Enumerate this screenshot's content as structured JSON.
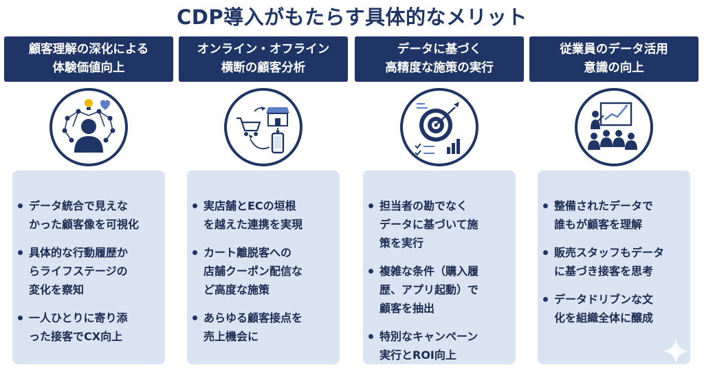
{
  "title": "CDP導入がもたらす具体的なメリット",
  "columns": [
    {
      "header": [
        "顧客理解の深化による",
        "体験価値向上"
      ],
      "icon": "person-network-icon",
      "items": [
        [
          "データ統合で見えな",
          "かった顧客像を可視化"
        ],
        [
          "具体的な行動履歴か",
          "らライフステージの",
          "変化を察知"
        ],
        [
          "一人ひとりに寄り添",
          "った接客でCX向上"
        ]
      ]
    },
    {
      "header": [
        "オンライン・オフライン",
        "横断の顧客分析"
      ],
      "icon": "omnichannel-cycle-icon",
      "items": [
        [
          "実店舗とECの垣根",
          "を越えた連携を実現"
        ],
        [
          "カート離脱客への",
          "店舗クーポン配信な",
          "ど高度な施策"
        ],
        [
          "あらゆる顧客接点を",
          "売上機会に"
        ]
      ]
    },
    {
      "header": [
        "データに基づく",
        "高精度な施策の実行"
      ],
      "icon": "target-chart-icon",
      "items": [
        [
          "担当者の勘でなく",
          "データに基づいて施",
          "策を実行"
        ],
        [
          "複雑な条件（購入履",
          "歴、アプリ起動）で",
          "顧客を抽出"
        ],
        [
          "特別なキャンペーン",
          "実行とROI向上"
        ]
      ]
    },
    {
      "header": [
        "従業員のデータ活用",
        "意識の向上"
      ],
      "icon": "team-presentation-icon",
      "items": [
        [
          "整備されたデータで",
          "誰もが顧客を理解"
        ],
        [
          "販売スタッフもデータ",
          "に基づき接客を思考"
        ],
        [
          "データドリブンな文",
          "化を組織全体に醸成"
        ]
      ]
    }
  ],
  "colors": {
    "navy": "#1f3566",
    "card": "#d9e3f2",
    "accent": "#f2b705"
  }
}
